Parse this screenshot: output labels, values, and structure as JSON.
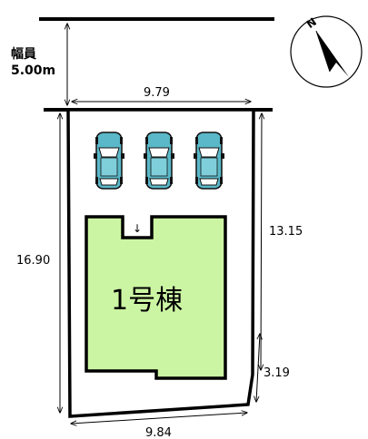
{
  "road": {
    "label_line1": "幅員",
    "label_line2": "5.00m"
  },
  "dimensions": {
    "top": "9.79",
    "right_upper": "13.15",
    "right_lower": "3.19",
    "left": "16.90",
    "bottom": "9.84"
  },
  "building": {
    "label": "1号棟",
    "fill_color": "#ccf5a3"
  },
  "parking": {
    "car_count": 3,
    "car_color": "#5ab8c8"
  },
  "compass": {
    "label": "N"
  }
}
